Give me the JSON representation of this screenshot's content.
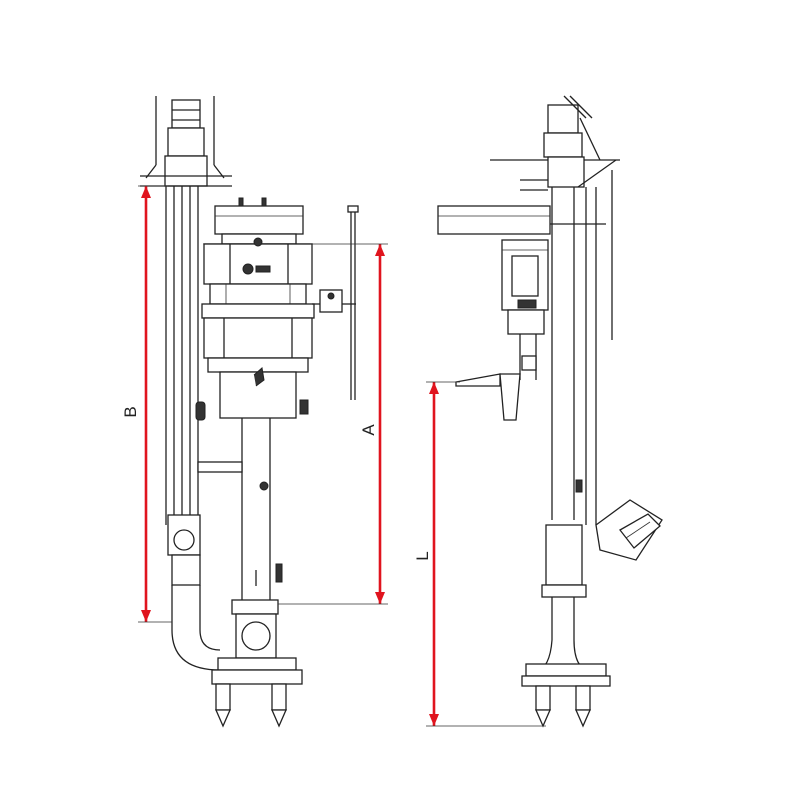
{
  "drawing": {
    "colors": {
      "line": "#222222",
      "dimension": "#e0141e",
      "background": "#ffffff"
    },
    "dimensions": {
      "A": "A",
      "B": "B",
      "L": "L"
    }
  }
}
